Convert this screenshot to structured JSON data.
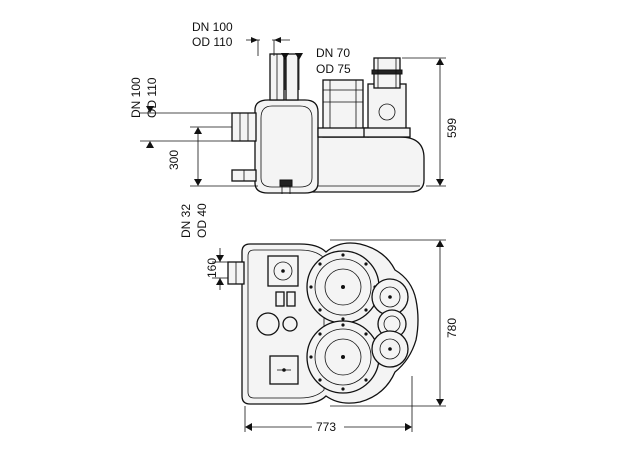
{
  "title": "",
  "views": {
    "side": {
      "labels": {
        "inlet_top_dn": "DN 100",
        "inlet_top_od": "OD 110",
        "vent_dn": "DN 70",
        "vent_od": "OD 75",
        "inlet_side_dn": "DN 100",
        "inlet_side_od": "OD 110",
        "inlet_height": "300",
        "overall_height": "599",
        "drain_dn": "DN 32",
        "drain_od": "OD 40"
      }
    },
    "top": {
      "labels": {
        "inlet_offset": "160",
        "depth": "780",
        "width": "773"
      }
    }
  }
}
